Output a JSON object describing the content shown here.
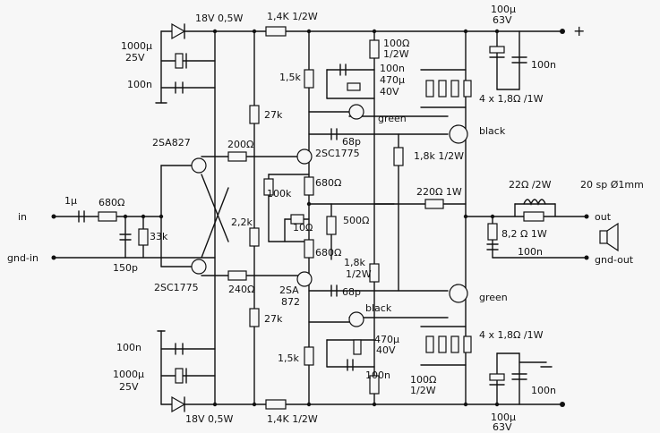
{
  "labels": {
    "zener_top": "18V 0,5W",
    "zener_bot": "18V 0,5W",
    "r_top_rail": "1,4K 1/2W",
    "r_bot_rail": "1,4K 1/2W",
    "c_top_out": "100µ\n63V",
    "c_top_out_a": "100µ",
    "c_top_out_b": "63V",
    "c_bot_out_a": "100µ",
    "c_bot_out_b": "63V",
    "plus": "+",
    "c_top_elko_a": "1000µ",
    "c_top_elko_b": "25V",
    "c_top_100n": "100n",
    "c_bot_100n": "100n",
    "c_bot_elko_a": "1000µ",
    "c_bot_elko_b": "25V",
    "r100_top_a": "100Ω",
    "r100_top_b": "1/2W",
    "r100_bot_a": "100Ω",
    "r100_bot_b": "1/2W",
    "c100n_top_mid": "100n",
    "c470_top_a": "470µ",
    "c470_top_b": "40V",
    "c470_bot_a": "470µ",
    "c470_bot_b": "40V",
    "c100n_bot_mid": "100n",
    "r15k_top": "1,5k",
    "r15k_bot": "1,5k",
    "res4_top": "4 x 1,8Ω /1W",
    "res4_bot": "4 x 1,8Ω /1W",
    "r27k_top": "27k",
    "r27k_bot": "27k",
    "green_top": "green",
    "black_top": "black",
    "green_bot": "green",
    "black_bot": "black",
    "q_2sa827": "2SA827",
    "q_2sc1775_top": "2SC1775",
    "q_2sc1775_bot": "2SC1775",
    "q_2sa872_a": "2SA",
    "q_2sa872_b": "872",
    "r200": "200Ω",
    "r240": "240Ω",
    "c68p_top": "68p",
    "c68p_bot": "68p",
    "r18k_top": "1,8k 1/2W",
    "r18k_bot_a": "1,8k",
    "r18k_bot_b": "1/2W",
    "r100k": "100k",
    "r680_top": "680Ω",
    "r680_bot": "680Ω",
    "r22k": "2,2k",
    "r10": "10Ω",
    "r500": "500Ω",
    "r220": "220Ω 1W",
    "l_label": "22Ω /2W",
    "l_wire": "20 sp Ø1mm",
    "in": "in",
    "gnd_in": "gnd-in",
    "c1u": "1µ",
    "r680in": "680Ω",
    "r33k": "33k",
    "c150p": "150p",
    "out": "out",
    "gnd_out": "gnd-out",
    "r82": "8,2 Ω 1W",
    "c100n_zobel": "100n",
    "c100n_top_right": "100n",
    "c100n_bot_right": "100n"
  }
}
